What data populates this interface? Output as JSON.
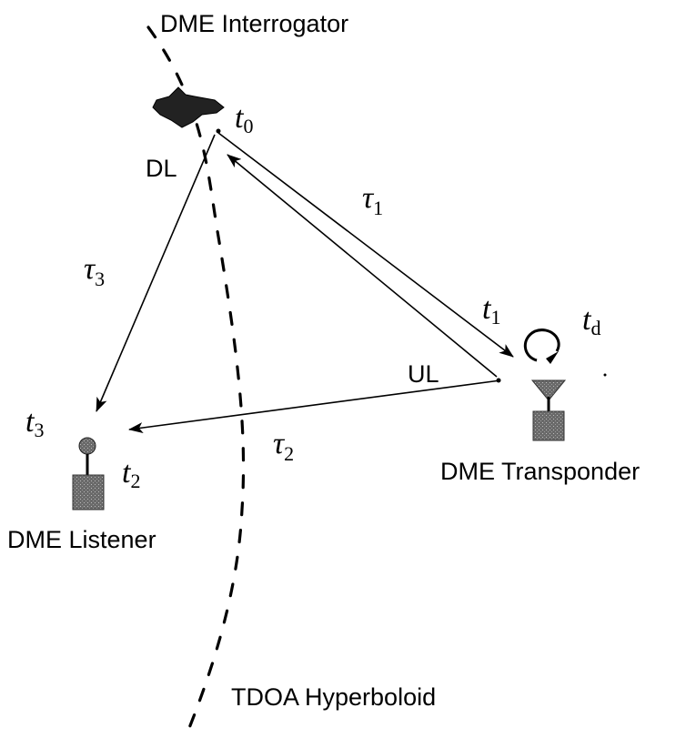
{
  "labels": {
    "interrogator": "DME Interrogator",
    "transponder": "DME Transponder",
    "listener": "DME Listener",
    "hyperboloid": "TDOA Hyperboloid",
    "downlink": "DL",
    "uplink": "UL"
  },
  "symbols": {
    "t0": {
      "main": "t",
      "sub": "0"
    },
    "t1": {
      "main": "t",
      "sub": "1"
    },
    "t2": {
      "main": "t",
      "sub": "2"
    },
    "t3": {
      "main": "t",
      "sub": "3"
    },
    "td": {
      "main": "t",
      "sub": "d"
    },
    "tau1": {
      "main": "τ",
      "sub": "1"
    },
    "tau2": {
      "main": "τ",
      "sub": "2"
    },
    "tau3": {
      "main": "τ",
      "sub": "3"
    }
  },
  "colors": {
    "ink": "#000000",
    "node_fill": "#555555",
    "aircraft_fill": "#222222"
  }
}
